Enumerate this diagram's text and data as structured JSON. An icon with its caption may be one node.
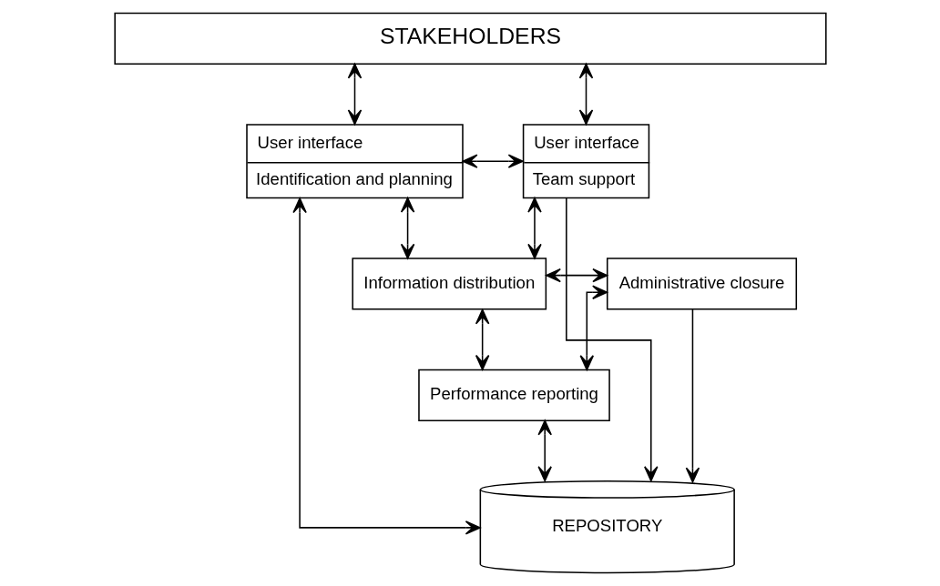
{
  "diagram": {
    "nodes": [
      {
        "text": [
          "STAKEHOLDERS"
        ]
      },
      {
        "text": [
          "User interface",
          "Identification and planning"
        ]
      },
      {
        "text": [
          "User interface",
          "Team support"
        ]
      },
      {
        "text": [
          "Administrative closure"
        ]
      },
      {
        "text": [
          "Information distribution"
        ]
      },
      {
        "text": [
          "Performance reporting"
        ]
      },
      {
        "text": [
          "REPOSITORY"
        ]
      }
    ],
    "edges": [
      {
        "from": 0,
        "to": 1,
        "arrow": "both"
      },
      {
        "from": 0,
        "to": 2,
        "arrow": "both"
      },
      {
        "from": 1,
        "to": 2,
        "arrow": "both"
      },
      {
        "from": 1,
        "to": 4,
        "arrow": "both"
      },
      {
        "from": 2,
        "to": 4,
        "arrow": "both"
      },
      {
        "from": 3,
        "to": 4,
        "arrow": "both"
      },
      {
        "from": 3,
        "to": 5,
        "arrow": "both"
      },
      {
        "from": 4,
        "to": 5,
        "arrow": "both"
      },
      {
        "from": 2,
        "to": 6,
        "arrow": "to"
      },
      {
        "from": 5,
        "to": 6,
        "arrow": "both"
      },
      {
        "from": 3,
        "to": 6,
        "arrow": "to"
      },
      {
        "from": 1,
        "to": 6,
        "arrow": "both"
      }
    ]
  }
}
